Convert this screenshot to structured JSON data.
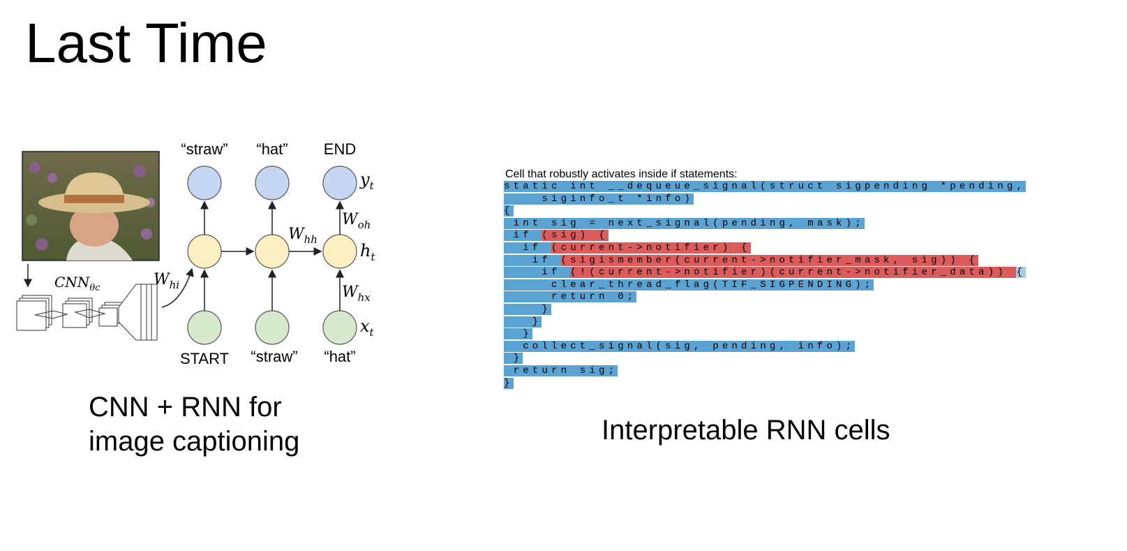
{
  "slide": {
    "title": "Last Time"
  },
  "left": {
    "caption": [
      "CNN + RNN for",
      "image captioning"
    ],
    "diagram": {
      "outputs": [
        "“straw”",
        "“hat”",
        "END"
      ],
      "inputs": [
        "START",
        "“straw”",
        "“hat”"
      ],
      "cnn_label": "CNN",
      "cnn_sub": "θc",
      "labels": {
        "whi": "W",
        "whi_sub": "hi",
        "whh": "W",
        "whh_sub": "hh",
        "woh": "W",
        "woh_sub": "oh",
        "whx": "W",
        "whx_sub": "hx",
        "yt": "y",
        "ht": "h",
        "xt": "x",
        "t": "t"
      },
      "colors": {
        "output": "#c6d7f3",
        "hidden": "#fcefc2",
        "input": "#d6e9cd",
        "stroke": "#555555"
      }
    }
  },
  "right": {
    "heading": "Cell that robustly activates inside if statements:",
    "caption": "Interpretable RNN cells",
    "colors": {
      "blue": "#5aa3d3",
      "red": "#dc5b5b",
      "light": "#a8cbe6"
    },
    "code": [
      [
        [
          "b",
          "static int __dequeue_signal(struct sigpending *pending,"
        ]
      ],
      [
        [
          "b",
          "    siginfo_t *info)"
        ]
      ],
      [
        [
          "b",
          "{"
        ]
      ],
      [
        [
          "b",
          " int sig = next_signal(pending, mask);"
        ]
      ],
      [
        [
          "b",
          " if "
        ],
        [
          "r",
          "(sig) {"
        ]
      ],
      [
        [
          "b",
          "  if "
        ],
        [
          "r",
          "(current->notifier) {"
        ]
      ],
      [
        [
          "b",
          "   if "
        ],
        [
          "r",
          "(sigismember(current->notifier_mask, sig)) {"
        ]
      ],
      [
        [
          "b",
          "    if "
        ],
        [
          "r",
          "(!(current->notifier)(current->notifier_data)) "
        ],
        [
          "bl",
          "{"
        ]
      ],
      [
        [
          "b",
          "     clear_thread_flag(TIF_SIGPENDING);"
        ]
      ],
      [
        [
          "b",
          "     return 0;"
        ]
      ],
      [
        [
          "b",
          "    }"
        ]
      ],
      [
        [
          "b",
          "   }"
        ]
      ],
      [
        [
          "b",
          "  }"
        ]
      ],
      [
        [
          "b",
          "  collect_signal(sig, pending, info);"
        ]
      ],
      [
        [
          "b",
          " }"
        ]
      ],
      [
        [
          "b",
          " return sig;"
        ]
      ],
      [
        [
          "b",
          "}"
        ]
      ]
    ]
  }
}
